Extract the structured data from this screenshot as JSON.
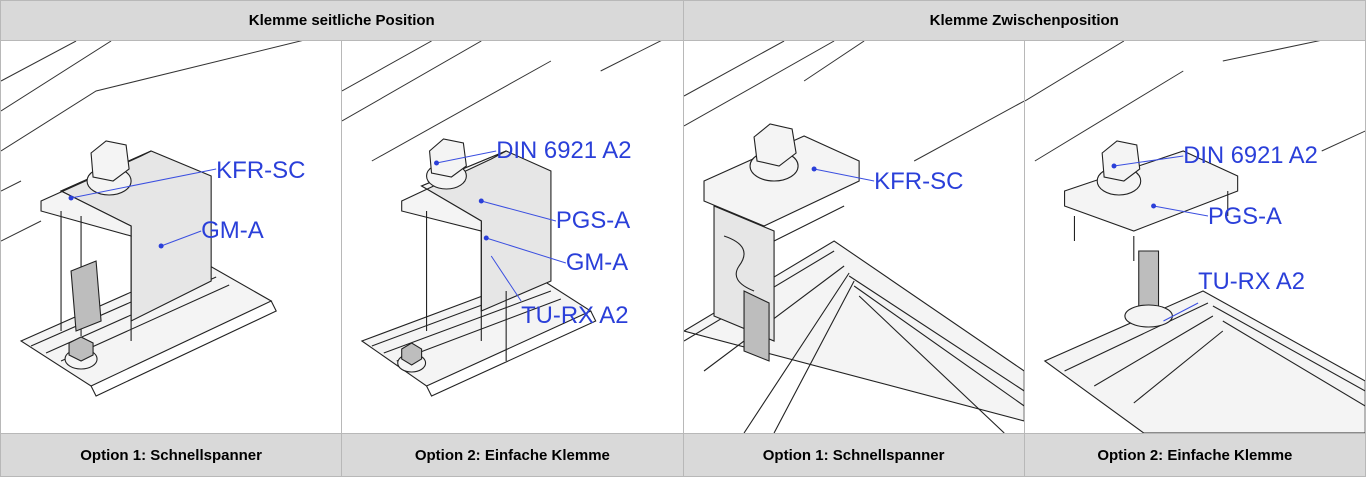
{
  "headers": {
    "left": "Klemme seitliche Position",
    "right": "Klemme Zwischenposition"
  },
  "panels": [
    {
      "caption": "Option 1: Schnellspanner",
      "labels": [
        "KFR-SC",
        "GM-A"
      ]
    },
    {
      "caption": "Option 2: Einfache Klemme",
      "labels": [
        "DIN 6921 A2",
        "PGS-A",
        "GM-A",
        "TU-RX A2"
      ]
    },
    {
      "caption": "Option 1: Schnellspanner",
      "labels": [
        "KFR-SC"
      ]
    },
    {
      "caption": "Option 2: Einfache Klemme",
      "labels": [
        "DIN 6921 A2",
        "PGS-A",
        "TU-RX A2"
      ]
    }
  ]
}
